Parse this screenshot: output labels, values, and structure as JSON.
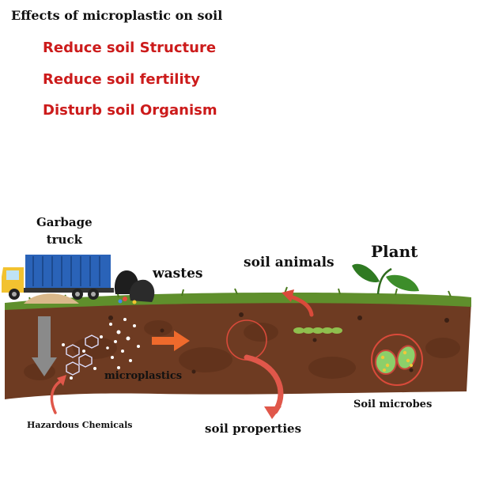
{
  "title": "Effects of microplastic on soil",
  "effects": [
    "Reduce soil Structure",
    "Reduce soil fertility",
    "Disturb soil Organism"
  ],
  "labels": {
    "garbage_truck": "Garbage\ntruck",
    "wastes": "wastes",
    "soil_animals": "soil animals",
    "plant": "Plant",
    "microplastics": "microplastics",
    "hazardous_chemicals": "Hazardous Chemicals",
    "soil_properties": "soil properties",
    "soil_microbes": "Soil microbes"
  },
  "colors": {
    "heading_red": "#cc1b1b",
    "soil": "#6e3b22",
    "soil_dark": "#4e2814",
    "grass": "#5f8f2c",
    "arrow_red": "#e0574a",
    "arrow_orange": "#ef6a2c",
    "truck_container": "#2a63b8",
    "truck_cab": "#f2c230"
  }
}
